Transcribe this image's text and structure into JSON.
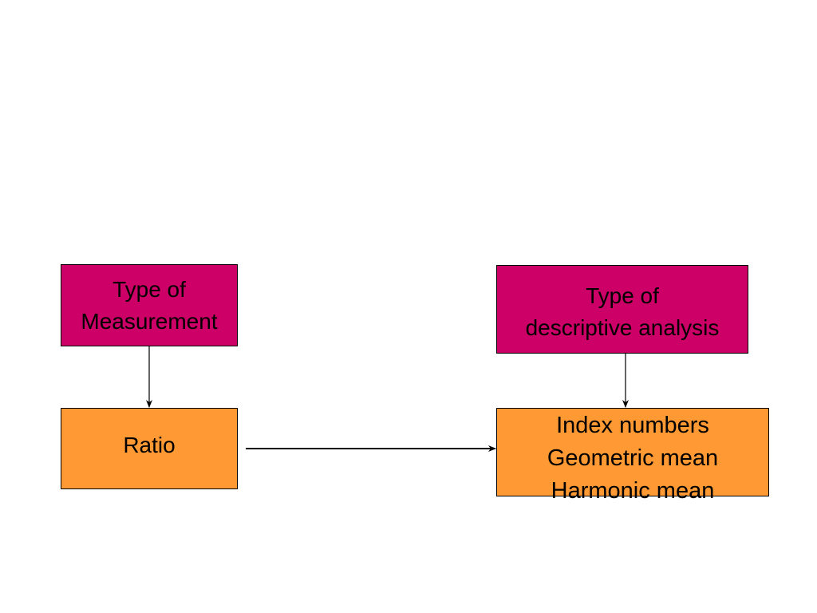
{
  "colors": {
    "header_box": "#CC0066",
    "item_box": "#FF9933",
    "line": "#000000"
  },
  "boxes": {
    "measurement_type": {
      "lines": [
        "Type of",
        "Measurement"
      ]
    },
    "analysis_type": {
      "lines": [
        "Type of",
        "descriptive analysis"
      ]
    },
    "ratio": {
      "lines": [
        "Ratio"
      ]
    },
    "methods": {
      "lines": [
        "Index numbers",
        "Geometric mean",
        "Harmonic mean"
      ]
    }
  }
}
